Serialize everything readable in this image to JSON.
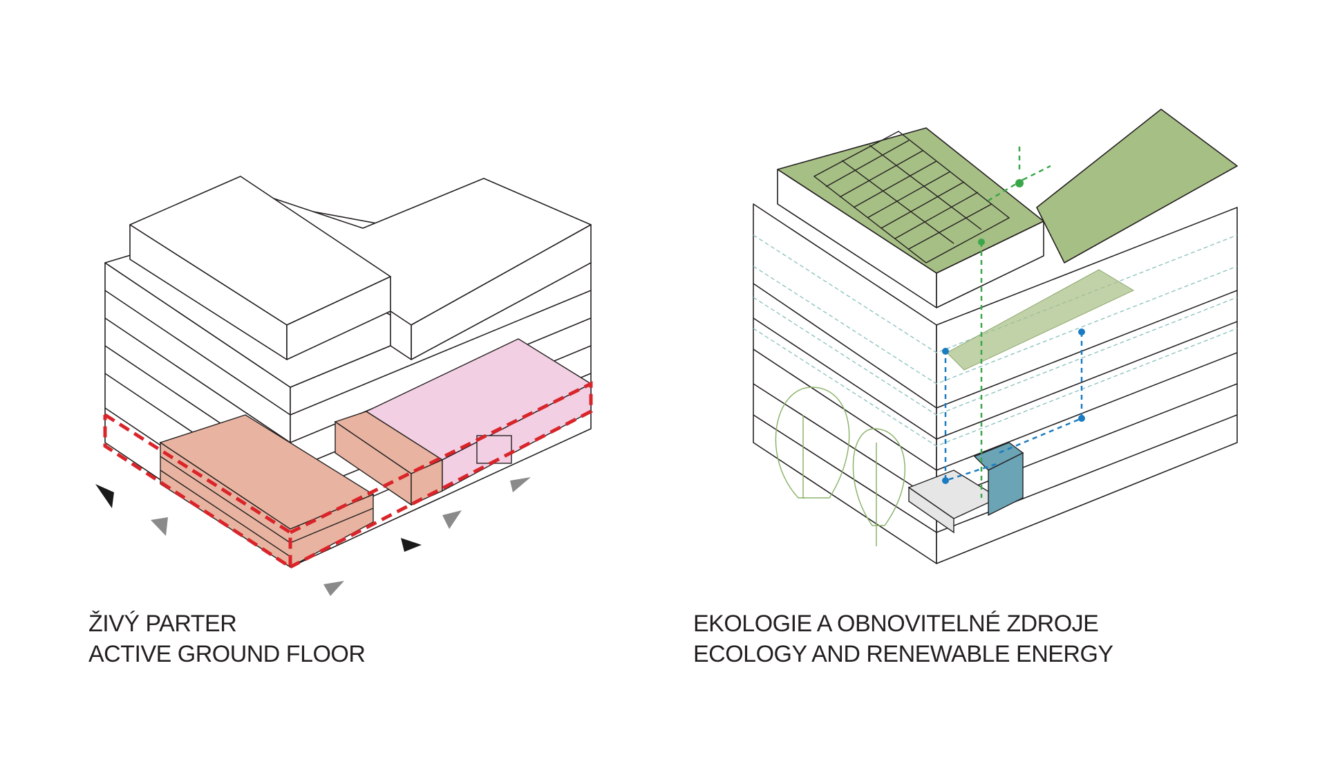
{
  "panels": [
    {
      "id": "active-ground-floor",
      "title_cz": "ŽIVÝ PARTER",
      "title_en": "ACTIVE GROUND FLOOR"
    },
    {
      "id": "ecology-renewable",
      "title_cz": "EKOLOGIE A OBNOVITELNÉ ZDROJE",
      "title_en": "ECOLOGY AND RENEWABLE ENERGY"
    }
  ],
  "colors": {
    "outline": "#231f20",
    "commercial_fill": "#e8b3a0",
    "public_fill": "#f2cfe2",
    "ground_floor_dash": "#d9242a",
    "green_roof": "#a6bf84",
    "green_line": "#3aa64a",
    "water_blue": "#1a7bc1",
    "glass_line": "#8fc3c0",
    "tree": "#8cb36a",
    "entrance_black": "#1a1a1a",
    "entrance_grey": "#8a8a8a"
  }
}
